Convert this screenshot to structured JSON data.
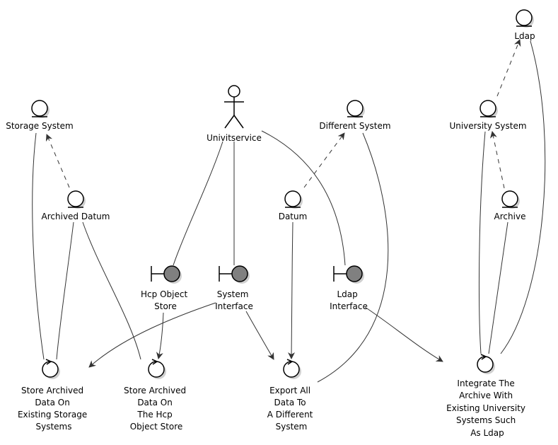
{
  "diagram": {
    "actor": {
      "label": "Univitservice"
    },
    "entities": {
      "ldap": {
        "label": "Ldap"
      },
      "storage_system": {
        "label": "Storage System"
      },
      "different_system": {
        "label": "Different System"
      },
      "university_system": {
        "label": "University System"
      },
      "archived_datum": {
        "label": "Archived Datum"
      },
      "datum": {
        "label": "Datum"
      },
      "archive": {
        "label": "Archive"
      }
    },
    "boundaries": {
      "hcp_object_store": {
        "lines": [
          "Hcp Object",
          "Store"
        ]
      },
      "system_interface": {
        "lines": [
          "System",
          "Interface"
        ]
      },
      "ldap_interface": {
        "lines": [
          "Ldap",
          "Interface"
        ]
      }
    },
    "controls": {
      "store_existing": {
        "lines": [
          "Store Archived",
          "Data On",
          "Existing Storage",
          "Systems"
        ]
      },
      "store_hcp": {
        "lines": [
          "Store Archived",
          "Data On",
          "The Hcp",
          "Object Store"
        ]
      },
      "export_all": {
        "lines": [
          "Export All",
          "Data To",
          "A Different",
          "System"
        ]
      },
      "integrate": {
        "lines": [
          "Integrate The",
          "Archive With",
          "Existing University",
          "Systems Such",
          "As Ldap"
        ]
      }
    }
  }
}
